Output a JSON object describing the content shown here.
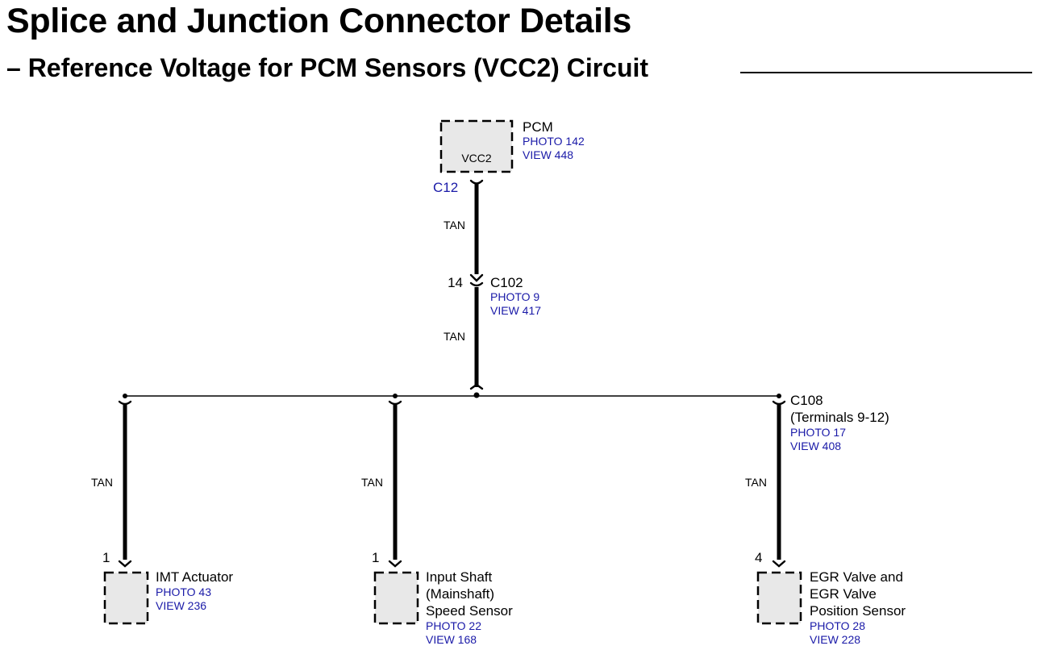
{
  "page": {
    "title": "Splice and Junction Connector Details",
    "subtitle": "– Reference Voltage for PCM Sensors (VCC2) Circuit"
  },
  "diagram": {
    "pcm": {
      "name": "PCM",
      "photo": "PHOTO 142",
      "view": "VIEW 448",
      "terminal_label": "VCC2",
      "connector": "C12"
    },
    "wire_colors": {
      "pcm_to_c102": "TAN",
      "c102_to_bus": "TAN",
      "imt_branch": "TAN",
      "input_shaft_branch": "TAN",
      "egr_branch": "TAN"
    },
    "c102": {
      "pin": "14",
      "name": "C102",
      "photo": "PHOTO 9",
      "view": "VIEW 417"
    },
    "c108": {
      "name": "C108",
      "detail": "(Terminals 9-12)",
      "photo": "PHOTO 17",
      "view": "VIEW 408"
    },
    "imt_actuator": {
      "pin": "1",
      "name": "IMT Actuator",
      "photo": "PHOTO 43",
      "view": "VIEW 236"
    },
    "input_shaft_sensor": {
      "pin": "1",
      "name_line1": "Input Shaft",
      "name_line2": "(Mainshaft)",
      "name_line3": "Speed Sensor",
      "photo": "PHOTO 22",
      "view": "VIEW 168"
    },
    "egr_sensor": {
      "pin": "4",
      "name_line1": "EGR Valve and",
      "name_line2": "EGR Valve",
      "name_line3": "Position Sensor",
      "photo": "PHOTO 28",
      "view": "VIEW 228"
    }
  }
}
